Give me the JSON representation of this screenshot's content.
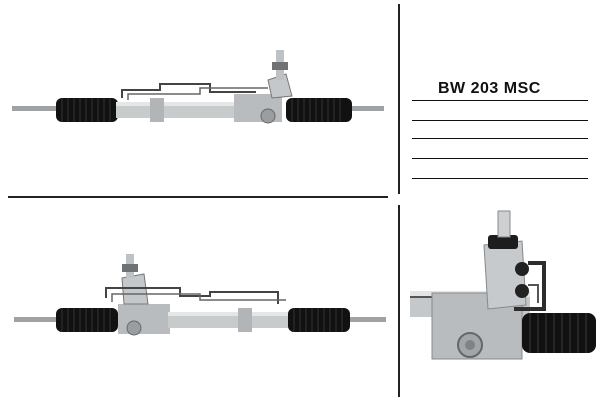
{
  "product_code": "BW 203 MSC",
  "colors": {
    "background": "#ffffff",
    "boot": "#111111",
    "metal": "#c8cbcc",
    "metal_dark": "#8d9193",
    "line": "#222222"
  },
  "panels": [
    {
      "name": "top-left-view"
    },
    {
      "name": "bottom-left-view"
    },
    {
      "name": "closeup-view"
    }
  ]
}
